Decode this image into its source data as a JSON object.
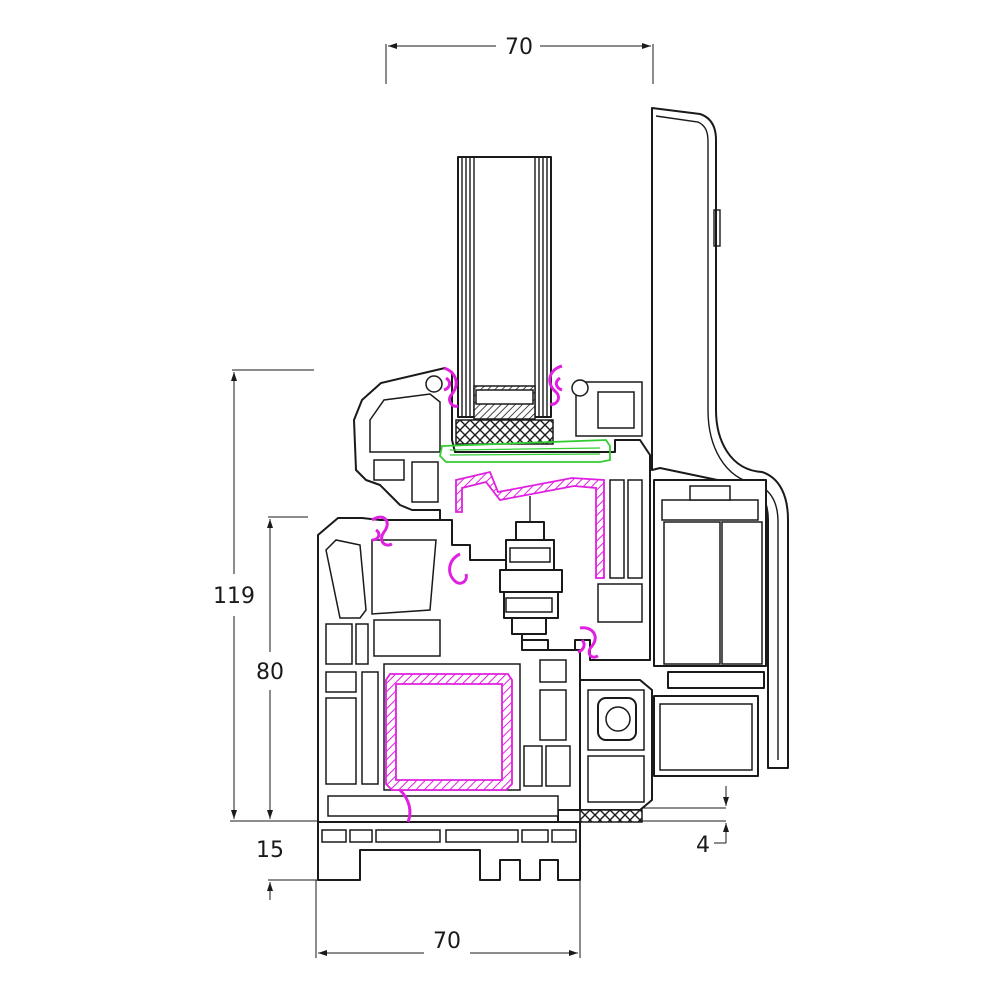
{
  "dimensions": {
    "top_width": "70",
    "total_height": "119",
    "frame_height": "80",
    "bottom_offset": "15",
    "bottom_width": "70",
    "gap": "4"
  },
  "colors": {
    "line": "#1a1a1a",
    "gasket": "#e020e0",
    "seal": "#33cc33",
    "glass_fill": "#ffffff"
  },
  "icons": [
    "arrow-icon"
  ]
}
